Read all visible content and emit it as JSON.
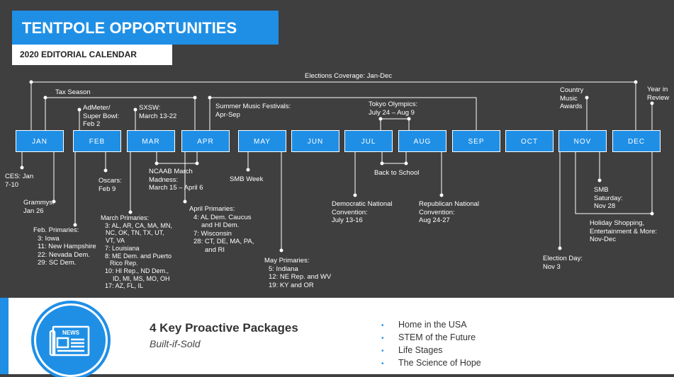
{
  "header": {
    "title": "TENTPOLE OPPORTUNITIES",
    "subtitle": "2020 EDITORIAL CALENDAR"
  },
  "months": [
    "JAN",
    "FEB",
    "MAR",
    "APR",
    "MAY",
    "JUN",
    "JUL",
    "AUG",
    "SEP",
    "OCT",
    "NOV",
    "DEC"
  ],
  "events": {
    "elections": [
      "Elections Coverage:  Jan-Dec"
    ],
    "tax": [
      "Tax Season"
    ],
    "admeter": [
      "AdMeter/",
      "Super Bowl:",
      "Feb 2"
    ],
    "sxsw": [
      "SXSW:",
      "March 13-22"
    ],
    "summer": [
      "Summer Music Festivals:",
      "Apr-Sep"
    ],
    "olympics": [
      "Tokyo Olympics:",
      "July 24 – Aug 9"
    ],
    "country": [
      "Country",
      "Music",
      "Awards"
    ],
    "year_review": [
      "Year in",
      "Review"
    ],
    "ces": [
      "CES: Jan",
      "7-10"
    ],
    "grammys": [
      "Grammys:",
      "Jan 26"
    ],
    "feb_primaries": [
      "Feb. Primaries:",
      "3: Iowa",
      "11: New Hampshire",
      "22: Nevada Dem.",
      "29: SC Dem."
    ],
    "oscars": [
      "Oscars:",
      "Feb 9"
    ],
    "march_primaries": [
      "March Primaries:",
      "3: AL, AR, CA, MA, MN,",
      "NC, OK, TN, TX, UT,",
      "VT, VA",
      "7: Louisiana",
      "8: ME Dem. and Puerto",
      "Rico Rep.",
      "10: HI Rep., ND Dem.,",
      "ID, MI, MS, MO, OH",
      "17: AZ, FL, IL"
    ],
    "ncaa": [
      "NCAAB March",
      "Madness:",
      "March 15 – April 6"
    ],
    "april_primaries": [
      "April Primaries:",
      "4: AL Dem. Caucus",
      "and HI Dem.",
      "7: Wisconsin",
      "28: CT, DE, MA, PA,",
      "and RI"
    ],
    "smb_week": [
      "SMB Week"
    ],
    "may_primaries": [
      "May Primaries:",
      "5: Indiana",
      "12: NE Rep. and WV",
      "19: KY and OR"
    ],
    "back_school": [
      "Back to School"
    ],
    "dnc": [
      "Democratic National",
      "Convention:",
      "July 13-16"
    ],
    "rnc": [
      "Republican National",
      "Convention:",
      "Aug 24-27"
    ],
    "smb_saturday": [
      "SMB",
      "Saturday:",
      "Nov 28"
    ],
    "holiday": [
      "Holiday Shopping,",
      "Entertainment & More:",
      "Nov-Dec"
    ],
    "election_day": [
      "Election Day:",
      "Nov 3"
    ]
  },
  "packages": {
    "badge_label": "NEWS",
    "title": "4 Key Proactive Packages",
    "subtitle": "Built-if-Sold",
    "items": [
      "Home in the USA",
      "STEM of the Future",
      "Life Stages",
      "The Science of Hope"
    ]
  }
}
